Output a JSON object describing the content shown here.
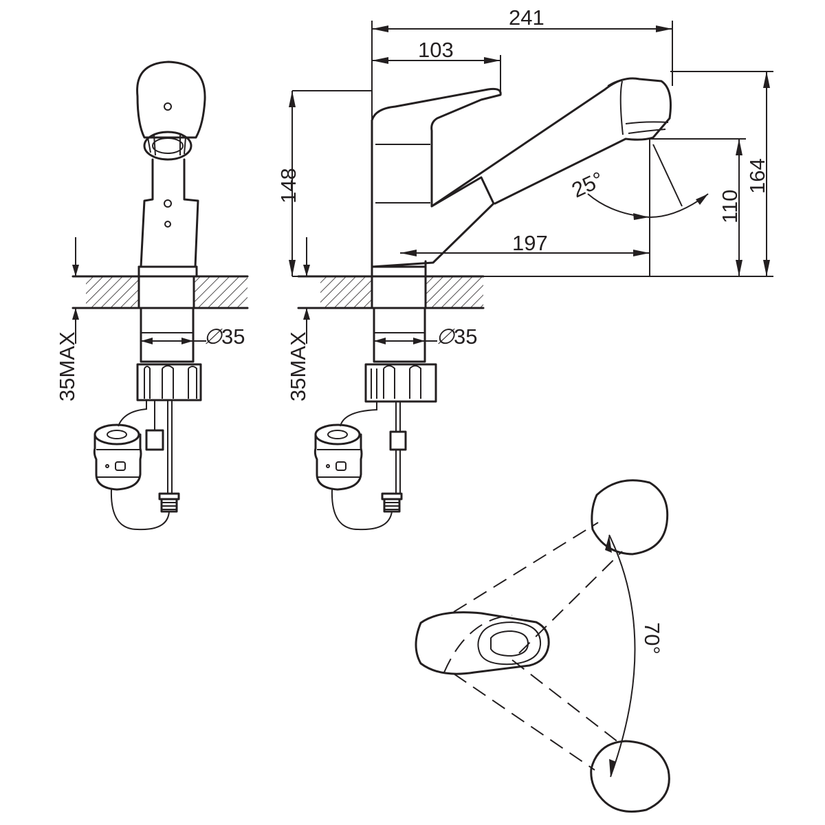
{
  "dimensions": {
    "overall_width": "241",
    "handle_offset": "103",
    "spout_reach": "197",
    "total_height": "164",
    "body_height": "148",
    "outlet_height": "110",
    "spout_angle": "25°",
    "lever_swing": "70°",
    "shank_diameter_left": "35",
    "shank_diameter_right": "35",
    "max_thickness_left": "35MAX",
    "max_thickness_right": "35MAX"
  },
  "symbols": {
    "diameter": "∅"
  },
  "colors": {
    "line": "#231f20",
    "background": "#ffffff"
  }
}
